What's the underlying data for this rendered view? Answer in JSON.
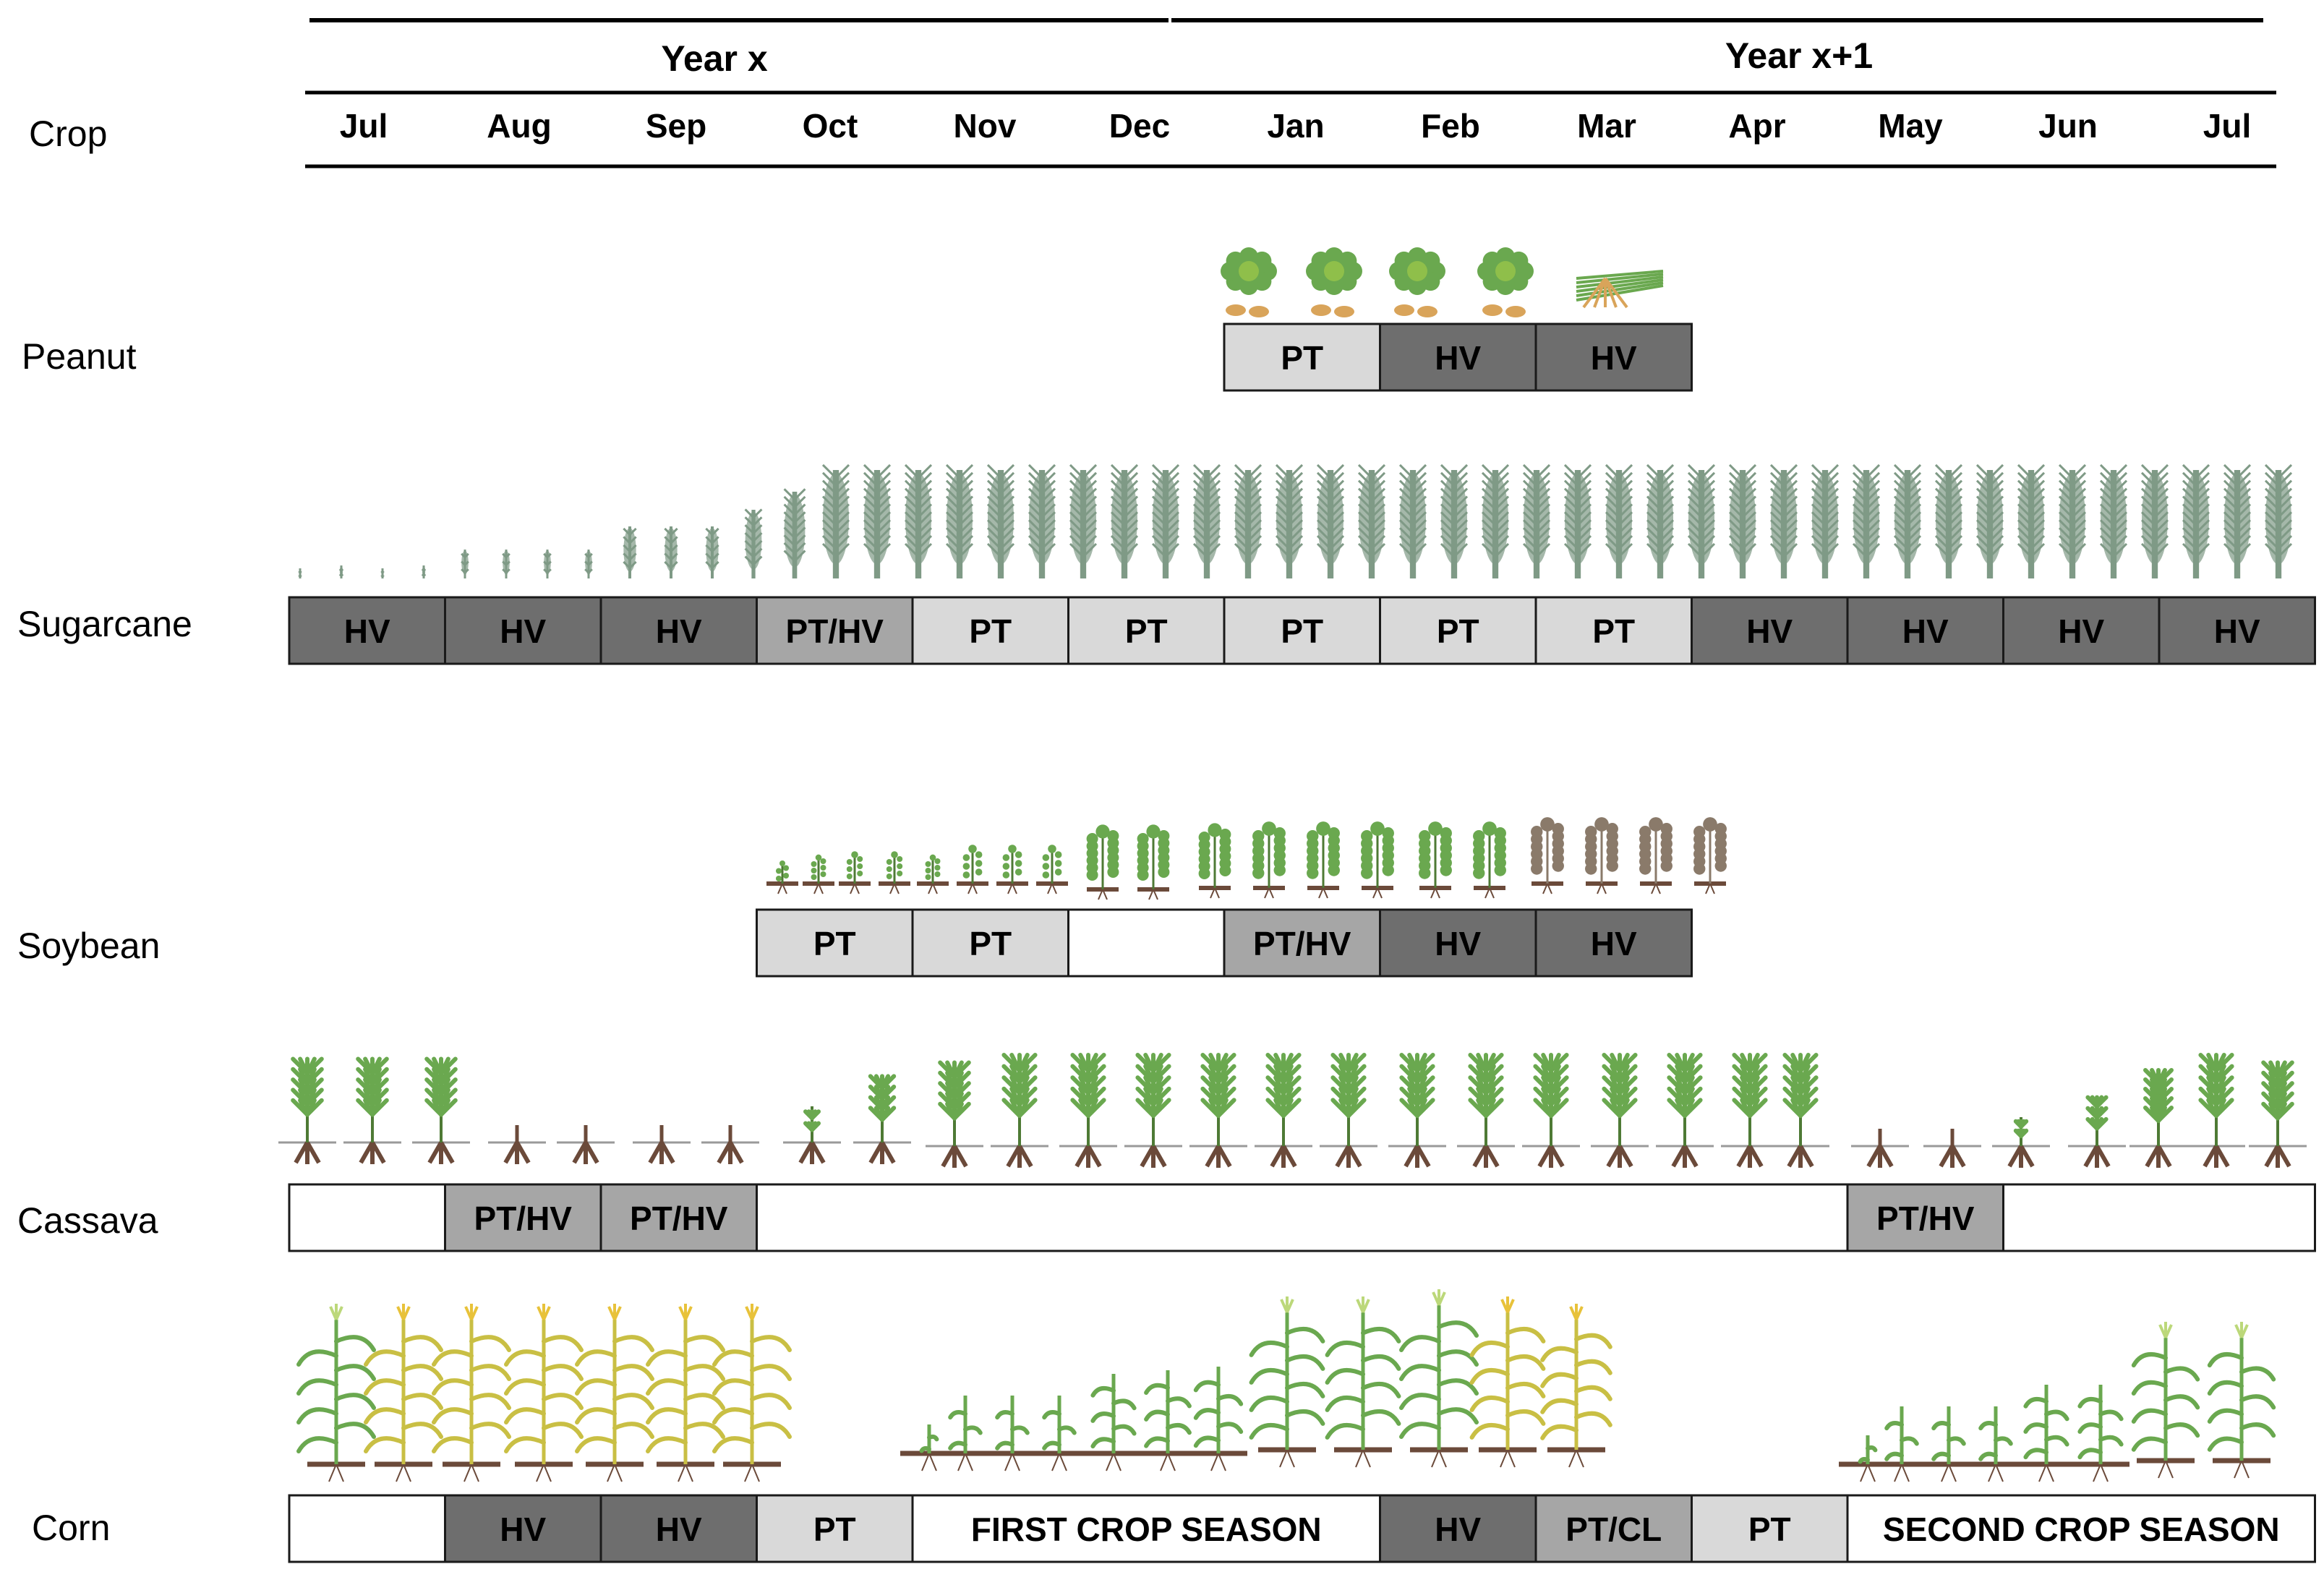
{
  "header": {
    "crop_label": "Crop",
    "year_labels": [
      "Year x",
      "Year x+1"
    ],
    "months": [
      "Jul",
      "Aug",
      "Sep",
      "Oct",
      "Nov",
      "Dec",
      "Jan",
      "Feb",
      "Mar",
      "Apr",
      "May",
      "Jun",
      "Jul"
    ]
  },
  "colors": {
    "HV": "#6e6e6e",
    "PT/HV": "#a6a6a6",
    "PT/CL": "#a6a6a6",
    "PT": "#d9d9d9",
    "blank": "#ffffff",
    "leaf": "#6aa84f",
    "cane": "#7f9a86",
    "soil": "#6b4a3a",
    "corn_dry": "#c9bf44",
    "tassel": "#e8c23a",
    "pod": "#8a7a6a",
    "peanut": "#d9a45a"
  },
  "crops": [
    {
      "name": "Peanut",
      "icon": "peanut-plant",
      "segments": [
        {
          "start": 6,
          "span": 1,
          "label": "PT"
        },
        {
          "start": 7,
          "span": 1,
          "label": "HV"
        },
        {
          "start": 8,
          "span": 1,
          "label": "HV"
        }
      ]
    },
    {
      "name": "Sugarcane",
      "icon": "sugarcane-plant",
      "segments": [
        {
          "start": 0,
          "span": 1,
          "label": "HV"
        },
        {
          "start": 1,
          "span": 1,
          "label": "HV"
        },
        {
          "start": 2,
          "span": 1,
          "label": "HV"
        },
        {
          "start": 3,
          "span": 1,
          "label": "PT/HV"
        },
        {
          "start": 4,
          "span": 1,
          "label": "PT"
        },
        {
          "start": 5,
          "span": 1,
          "label": "PT"
        },
        {
          "start": 6,
          "span": 1,
          "label": "PT"
        },
        {
          "start": 7,
          "span": 1,
          "label": "PT"
        },
        {
          "start": 8,
          "span": 1,
          "label": "PT"
        },
        {
          "start": 9,
          "span": 1,
          "label": "HV"
        },
        {
          "start": 10,
          "span": 1,
          "label": "HV"
        },
        {
          "start": 11,
          "span": 1,
          "label": "HV"
        },
        {
          "start": 12,
          "span": 1,
          "label": "HV"
        }
      ]
    },
    {
      "name": "Soybean",
      "icon": "soybean-plant",
      "segments": [
        {
          "start": 3,
          "span": 1,
          "label": "PT"
        },
        {
          "start": 4,
          "span": 1,
          "label": "PT"
        },
        {
          "start": 5,
          "span": 1,
          "label": ""
        },
        {
          "start": 6,
          "span": 1,
          "label": "PT/HV"
        },
        {
          "start": 7,
          "span": 1,
          "label": "HV"
        },
        {
          "start": 8,
          "span": 1,
          "label": "HV"
        }
      ]
    },
    {
      "name": "Cassava",
      "icon": "cassava-plant",
      "segments": [
        {
          "start": 0,
          "span": 1,
          "label": ""
        },
        {
          "start": 1,
          "span": 1,
          "label": "PT/HV"
        },
        {
          "start": 2,
          "span": 1,
          "label": "PT/HV"
        },
        {
          "start": 3,
          "span": 7,
          "label": ""
        },
        {
          "start": 10,
          "span": 1,
          "label": "PT/HV"
        },
        {
          "start": 11,
          "span": 2,
          "label": ""
        }
      ]
    },
    {
      "name": "Corn",
      "icon": "corn-plant",
      "segments": [
        {
          "start": 0,
          "span": 1,
          "label": ""
        },
        {
          "start": 1,
          "span": 1,
          "label": "HV"
        },
        {
          "start": 2,
          "span": 1,
          "label": "HV"
        },
        {
          "start": 3,
          "span": 1,
          "label": "PT"
        },
        {
          "start": 4,
          "span": 3,
          "label": "FIRST CROP SEASON"
        },
        {
          "start": 7,
          "span": 1,
          "label": "HV"
        },
        {
          "start": 8,
          "span": 1,
          "label": "PT/CL"
        },
        {
          "start": 9,
          "span": 1,
          "label": "PT"
        },
        {
          "start": 10,
          "span": 3,
          "label": "SECOND CROP SEASON"
        }
      ]
    }
  ]
}
